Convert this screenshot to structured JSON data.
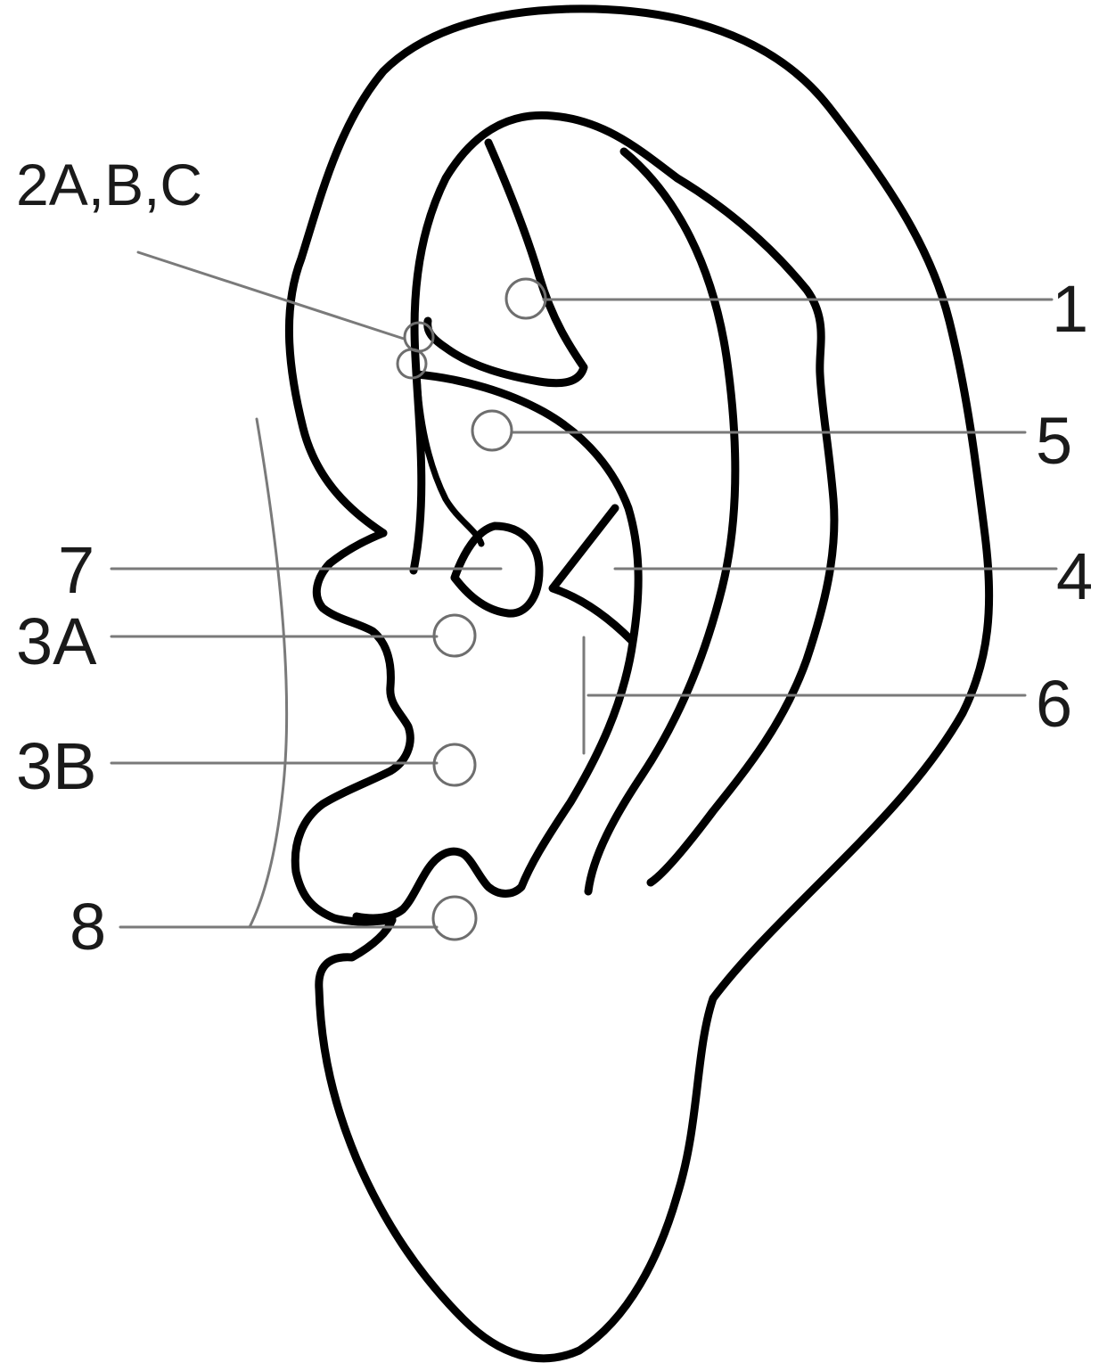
{
  "diagram": {
    "labels": {
      "point_2abc": "2A,B,C",
      "point_1": "1",
      "point_5": "5",
      "point_4": "4",
      "point_7": "7",
      "point_3a": "3A",
      "point_6": "6",
      "point_3b": "3B",
      "point_8": "8"
    },
    "colors": {
      "outline": "#000000",
      "leader_line": "#7a7a7a",
      "point_marker": "#6e6e6e",
      "background": "#ffffff"
    }
  }
}
